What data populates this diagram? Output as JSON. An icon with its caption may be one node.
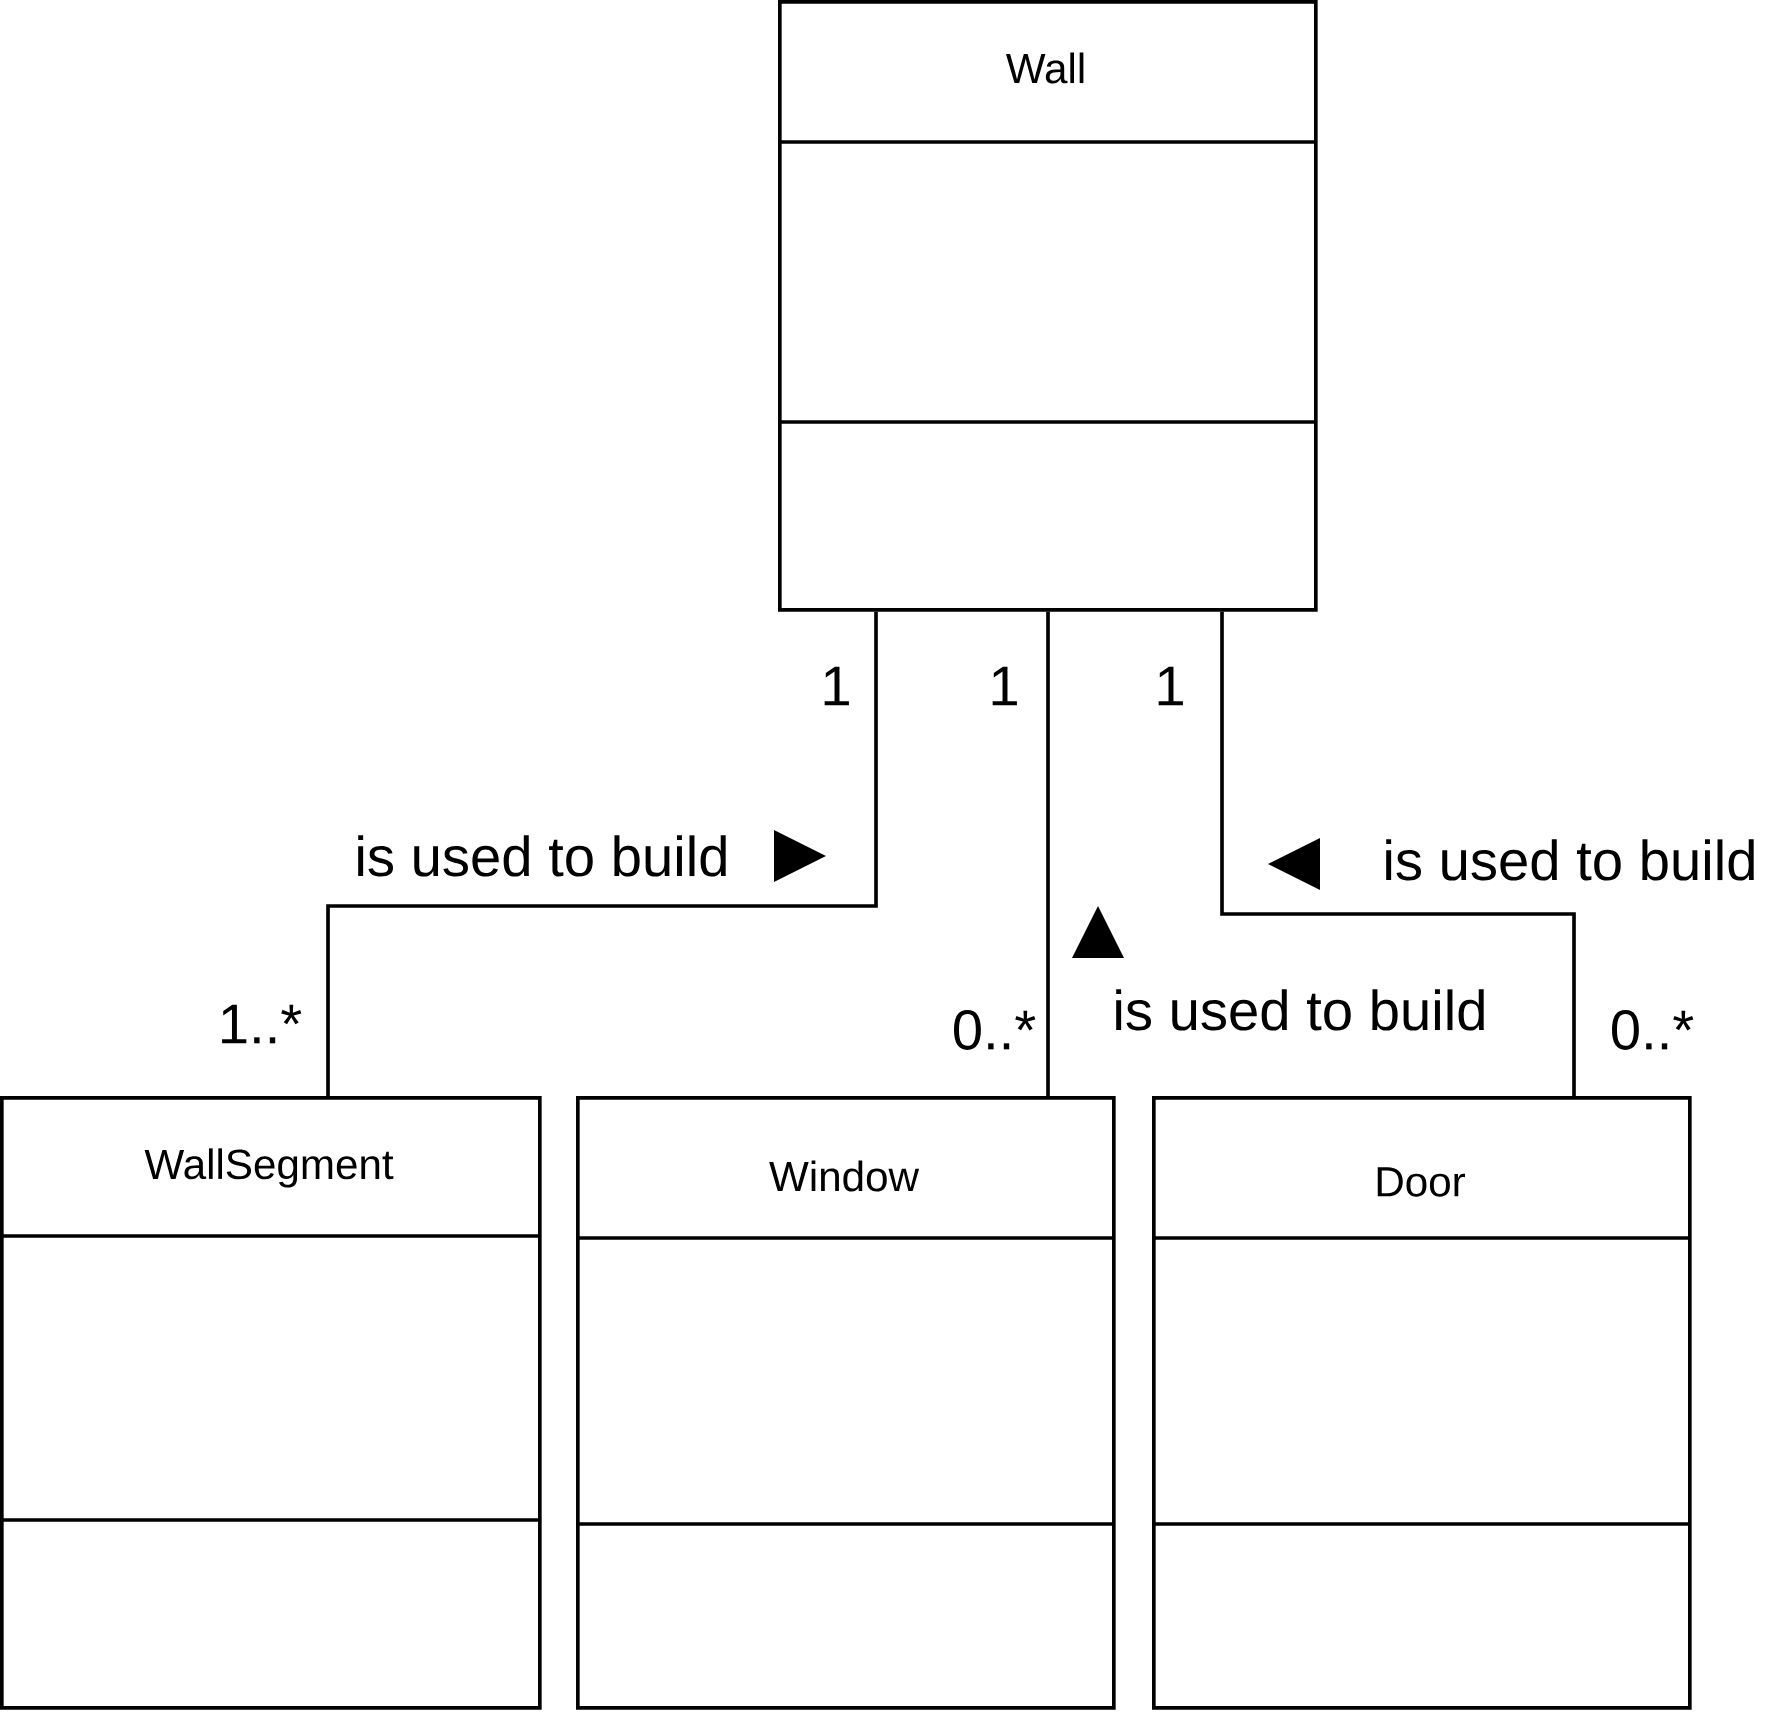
{
  "diagram": {
    "nodes": [
      {
        "text": [
          "Wall"
        ]
      },
      {
        "text": [
          "WallSegment"
        ]
      },
      {
        "text": [
          "Window"
        ]
      },
      {
        "text": [
          "Door"
        ]
      }
    ],
    "edges": [
      {
        "from": 0,
        "to": 1,
        "arrow": "none",
        "label": "is used to build"
      },
      {
        "from": 0,
        "to": 2,
        "arrow": "none",
        "label": "is used to build"
      },
      {
        "from": 0,
        "to": 3,
        "arrow": "none",
        "label": "is used to build"
      }
    ],
    "labels": [
      "1",
      "1",
      "1",
      "1..*",
      "0..*",
      "0..*"
    ]
  }
}
